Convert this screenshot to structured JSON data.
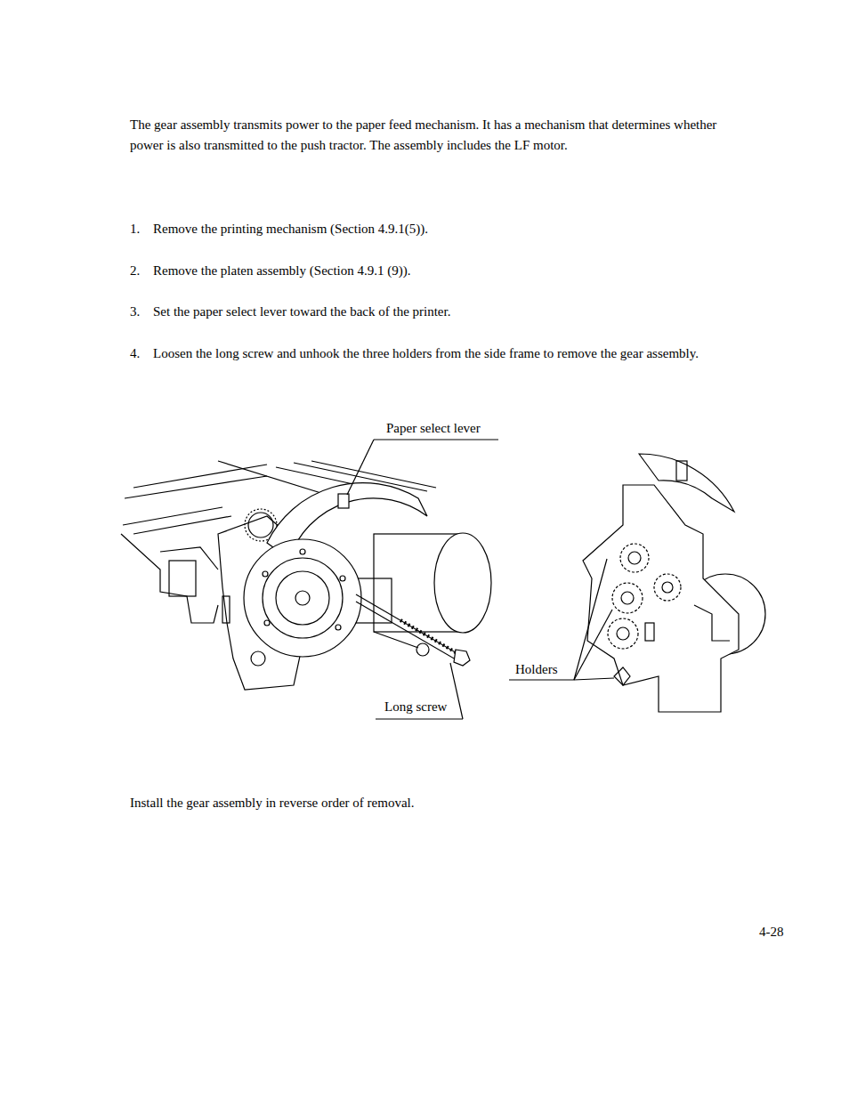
{
  "diagram": {
    "labels": [
      "The gear assembly transmits power to the paper feed mechanism. It has a mechanism that determines whether power is also transmitted to the push tractor. The assembly includes the LF motor.",
      "1.",
      "Remove the printing mechanism (Section 4.9.1(5)).",
      "2.",
      "Remove the platen assembly (Section 4.9.1 (9)).",
      "3.",
      "Set the paper select lever toward the back of the printer.",
      "4.",
      "Loosen the long screw and unhook the three holders from the side frame to remove the gear assembly.",
      "Paper select lever",
      "Long screw",
      "Holders",
      "Install the gear assembly in reverse order of removal.",
      "4-28"
    ]
  }
}
